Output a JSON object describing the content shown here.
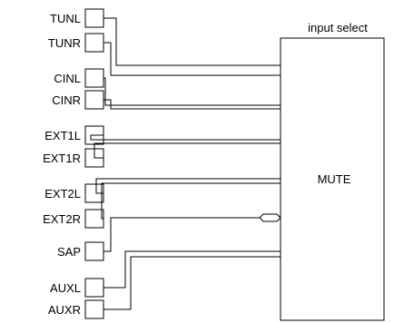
{
  "colors": {
    "line": "#000000",
    "background": "#ffffff"
  },
  "block": {
    "title": "input select",
    "label": "MUTE"
  },
  "pins": [
    {
      "id": "tunl",
      "label": "TUNL"
    },
    {
      "id": "tunr",
      "label": "TUNR"
    },
    {
      "id": "cinl",
      "label": "CINL"
    },
    {
      "id": "cinr",
      "label": "CINR"
    },
    {
      "id": "ext1l",
      "label": "EXT1L"
    },
    {
      "id": "ext1r",
      "label": "EXT1R"
    },
    {
      "id": "ext2l",
      "label": "EXT2L"
    },
    {
      "id": "ext2r",
      "label": "EXT2R"
    },
    {
      "id": "sap",
      "label": "SAP"
    },
    {
      "id": "auxl",
      "label": "AUXL"
    },
    {
      "id": "auxr",
      "label": "AUXR"
    }
  ]
}
